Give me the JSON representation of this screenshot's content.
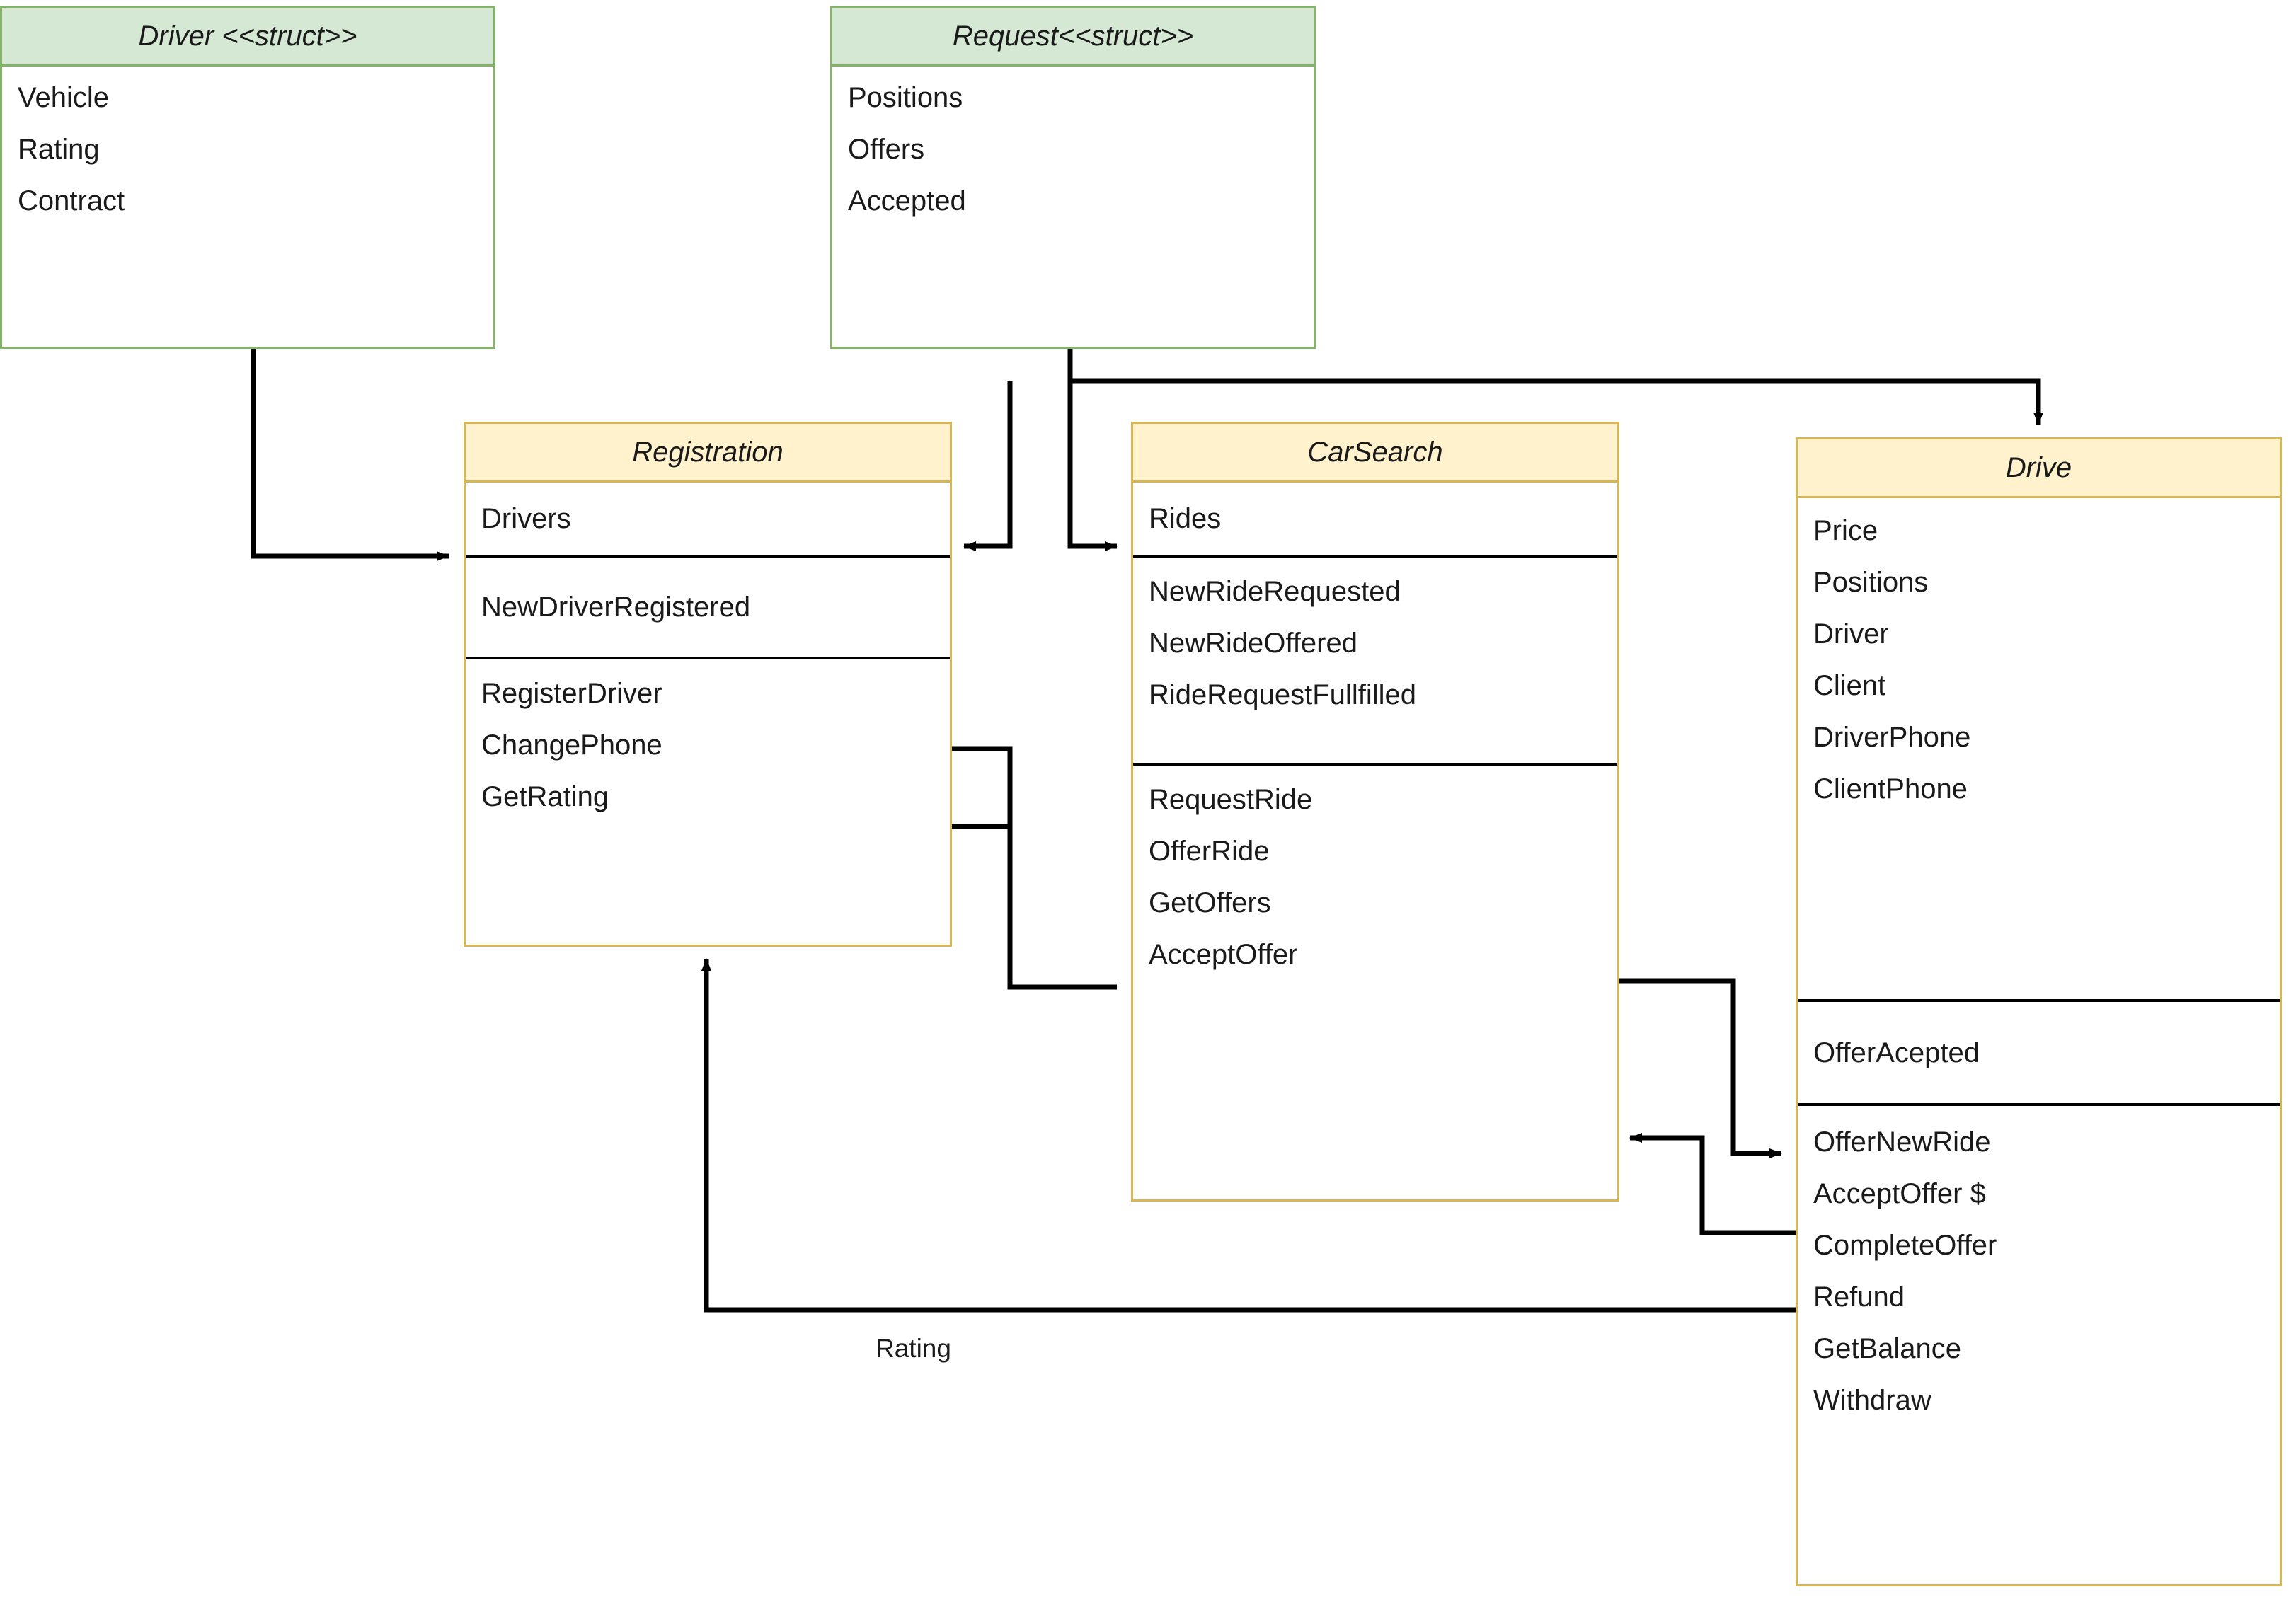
{
  "diagram": {
    "type": "uml-class-diagram",
    "background": "#ffffff",
    "colors": {
      "struct_fill": "#d5e8d4",
      "struct_border": "#82b366",
      "class_fill": "#fff2cc",
      "class_border": "#d6b656",
      "connector": "#000000",
      "text": "#1a1a1a"
    }
  },
  "boxes": {
    "driver": {
      "title": "Driver <<struct>>",
      "kind": "struct",
      "members": [
        "Vehicle",
        "Rating",
        "Contract"
      ]
    },
    "request": {
      "title": "Request<<struct>>",
      "kind": "struct",
      "members": [
        "Positions",
        "Offers",
        "Accepted"
      ]
    },
    "registration": {
      "title": "Registration",
      "kind": "class",
      "fields": [
        "Drivers"
      ],
      "events": [
        "NewDriverRegistered"
      ],
      "methods": [
        "RegisterDriver",
        "ChangePhone",
        "GetRating"
      ]
    },
    "carsearch": {
      "title": "CarSearch",
      "kind": "class",
      "fields": [
        "Rides"
      ],
      "events": [
        "NewRideRequested",
        "NewRideOffered",
        "RideRequestFullfilled"
      ],
      "methods": [
        "RequestRide",
        "OfferRide",
        "GetOffers",
        "AcceptOffer"
      ]
    },
    "drive": {
      "title": "Drive",
      "kind": "class",
      "fields": [
        "Price",
        "Positions",
        "Driver",
        "Client",
        "DriverPhone",
        "ClientPhone"
      ],
      "events": [
        "OfferAcepted"
      ],
      "methods": [
        "OfferNewRide",
        "AcceptOffer $",
        "CompleteOffer",
        "Refund",
        "GetBalance",
        "Withdraw"
      ]
    }
  },
  "edges": {
    "rating_label": "Rating"
  }
}
